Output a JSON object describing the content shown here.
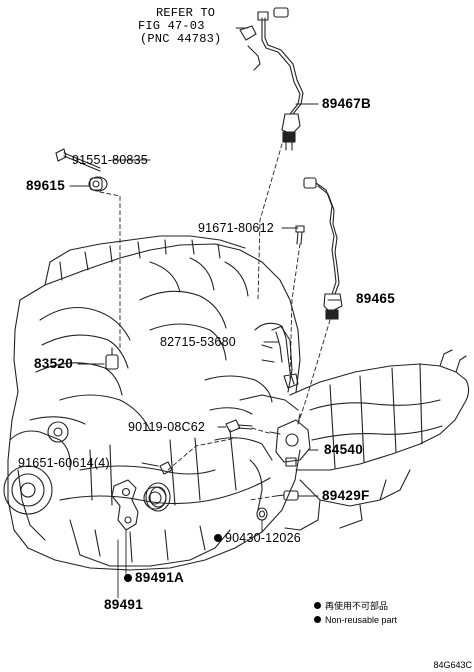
{
  "reference": {
    "line1": "REFER TO",
    "line2": "FIG 47-03",
    "line3": "(PNC 44783)"
  },
  "parts": [
    {
      "id": "p89467B",
      "number": "89467B",
      "nonreusable": false,
      "big": true
    },
    {
      "id": "p91551",
      "number": "91551-80835",
      "nonreusable": false,
      "big": false
    },
    {
      "id": "p89615",
      "number": "89615",
      "nonreusable": false,
      "big": true
    },
    {
      "id": "p91671",
      "number": "91671-80612",
      "nonreusable": false,
      "big": false
    },
    {
      "id": "p89465",
      "number": "89465",
      "nonreusable": false,
      "big": true
    },
    {
      "id": "p82715",
      "number": "82715-53680",
      "nonreusable": false,
      "big": false
    },
    {
      "id": "p83520",
      "number": "83520",
      "nonreusable": false,
      "big": true
    },
    {
      "id": "p90119",
      "number": "90119-08C62",
      "nonreusable": false,
      "big": false
    },
    {
      "id": "p84540",
      "number": "84540",
      "nonreusable": false,
      "big": true
    },
    {
      "id": "p91651",
      "number": "91651-60614(4)",
      "nonreusable": false,
      "big": false
    },
    {
      "id": "p89429F",
      "number": "89429F",
      "nonreusable": false,
      "big": true
    },
    {
      "id": "p90430",
      "number": "90430-12026",
      "nonreusable": true,
      "big": false
    },
    {
      "id": "p89491A",
      "number": "89491A",
      "nonreusable": true,
      "big": true
    },
    {
      "id": "p89491",
      "number": "89491",
      "nonreusable": false,
      "big": true
    }
  ],
  "legend": {
    "item1": "再使用不可部品",
    "item2": "Non-reusable part"
  },
  "figure_code": "84G643C"
}
